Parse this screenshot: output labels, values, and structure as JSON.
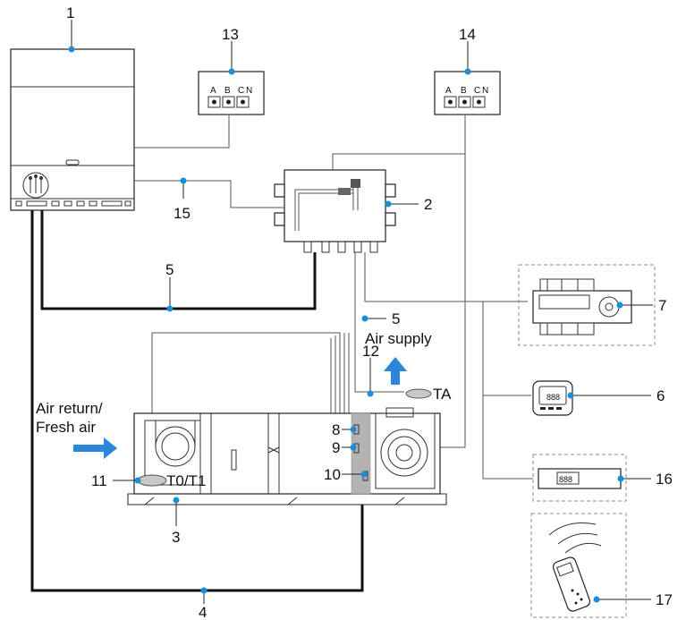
{
  "callouts": [
    "1",
    "2",
    "3",
    "4",
    "5",
    "5",
    "6",
    "7",
    "8",
    "9",
    "10",
    "11",
    "12",
    "13",
    "14",
    "15",
    "16",
    "17"
  ],
  "labels": {
    "air_return_line1": "Air return/",
    "air_return_line2": "Fresh air",
    "air_supply": "Air supply",
    "ta": "TA",
    "t0t1": "T0/T1"
  },
  "terminal_block_13": {
    "terminals": [
      "A",
      "B",
      "C",
      "N"
    ]
  },
  "terminal_block_14": {
    "terminals": [
      "A",
      "B",
      "C",
      "N"
    ]
  },
  "wired_controller_display": "888",
  "colors": {
    "callout_dot": "#1a8fd6",
    "arrow": "#2a86d8",
    "sensor_plate": "#b3b3b3"
  }
}
